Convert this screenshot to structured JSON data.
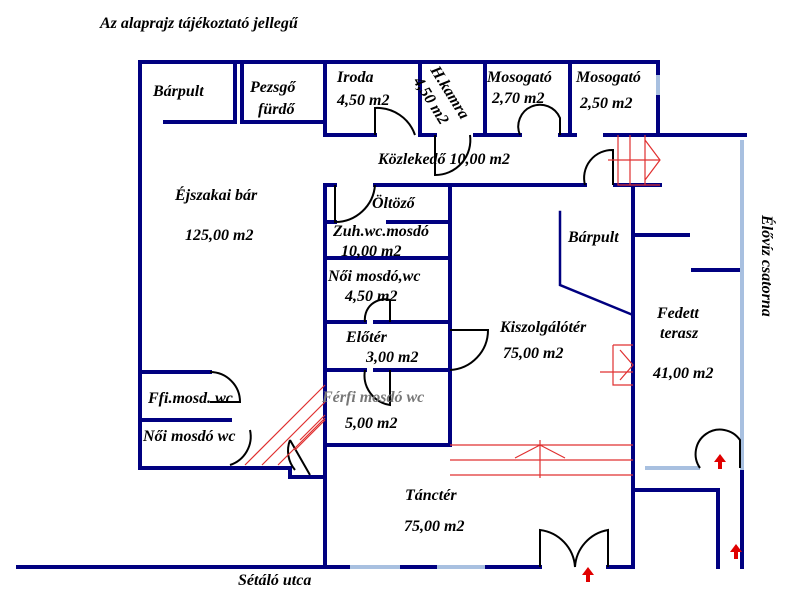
{
  "note": "Az alaprajz tájékoztató jellegű",
  "rooms": {
    "barpult_left": "Bárpult",
    "pezsgo_1": "Pezsgő",
    "pezsgo_2": "fürdő",
    "iroda": "Iroda",
    "iroda_area": "4,50 m2",
    "hkamra": "H.kamra",
    "hkamra_area": "4,50 m2",
    "mosogato1": "Mosogató",
    "mosogato1_area": "2,70 m2",
    "mosogato2": "Mosogató",
    "mosogato2_area": "2,50 m2",
    "kozlekedo": "Közlekedő 10,00 m2",
    "ejszakai": "Éjszakai bár",
    "ejszakai_area": "125,00 m2",
    "oltozo": "Öltöző",
    "zuh": "Zuh.wc.mosdó",
    "zuh_area": "10,00 m2",
    "noi_mosdo": "Női mosdó,wc",
    "noi_mosdo_area": "4,50 m2",
    "barpult_right": "Bárpult",
    "eloter": "Előtér",
    "eloter_area": "3,00 m2",
    "kiszolgalo": "Kiszolgálótér",
    "kiszolgalo_area": "75,00 m2",
    "fedett1": "Fedett",
    "fedett2": "terasz",
    "fedett_area": "41,00 m2",
    "ffi_mosd": "Ffi.mosd. wc",
    "noi_mosdo_wc": "Női mosdó wc",
    "ferfi": "Férfi mosdó wc",
    "ferfi_area": "5,00 m2",
    "tancter": "Tánctér",
    "tancter_area": "75,00 m2"
  },
  "streets": {
    "setalo": "Sétáló utca",
    "csatorna": "Élővíz csatorna"
  },
  "colors": {
    "wall": "#000080",
    "glass": "#a8c0e0",
    "stairs": "#e03030"
  }
}
